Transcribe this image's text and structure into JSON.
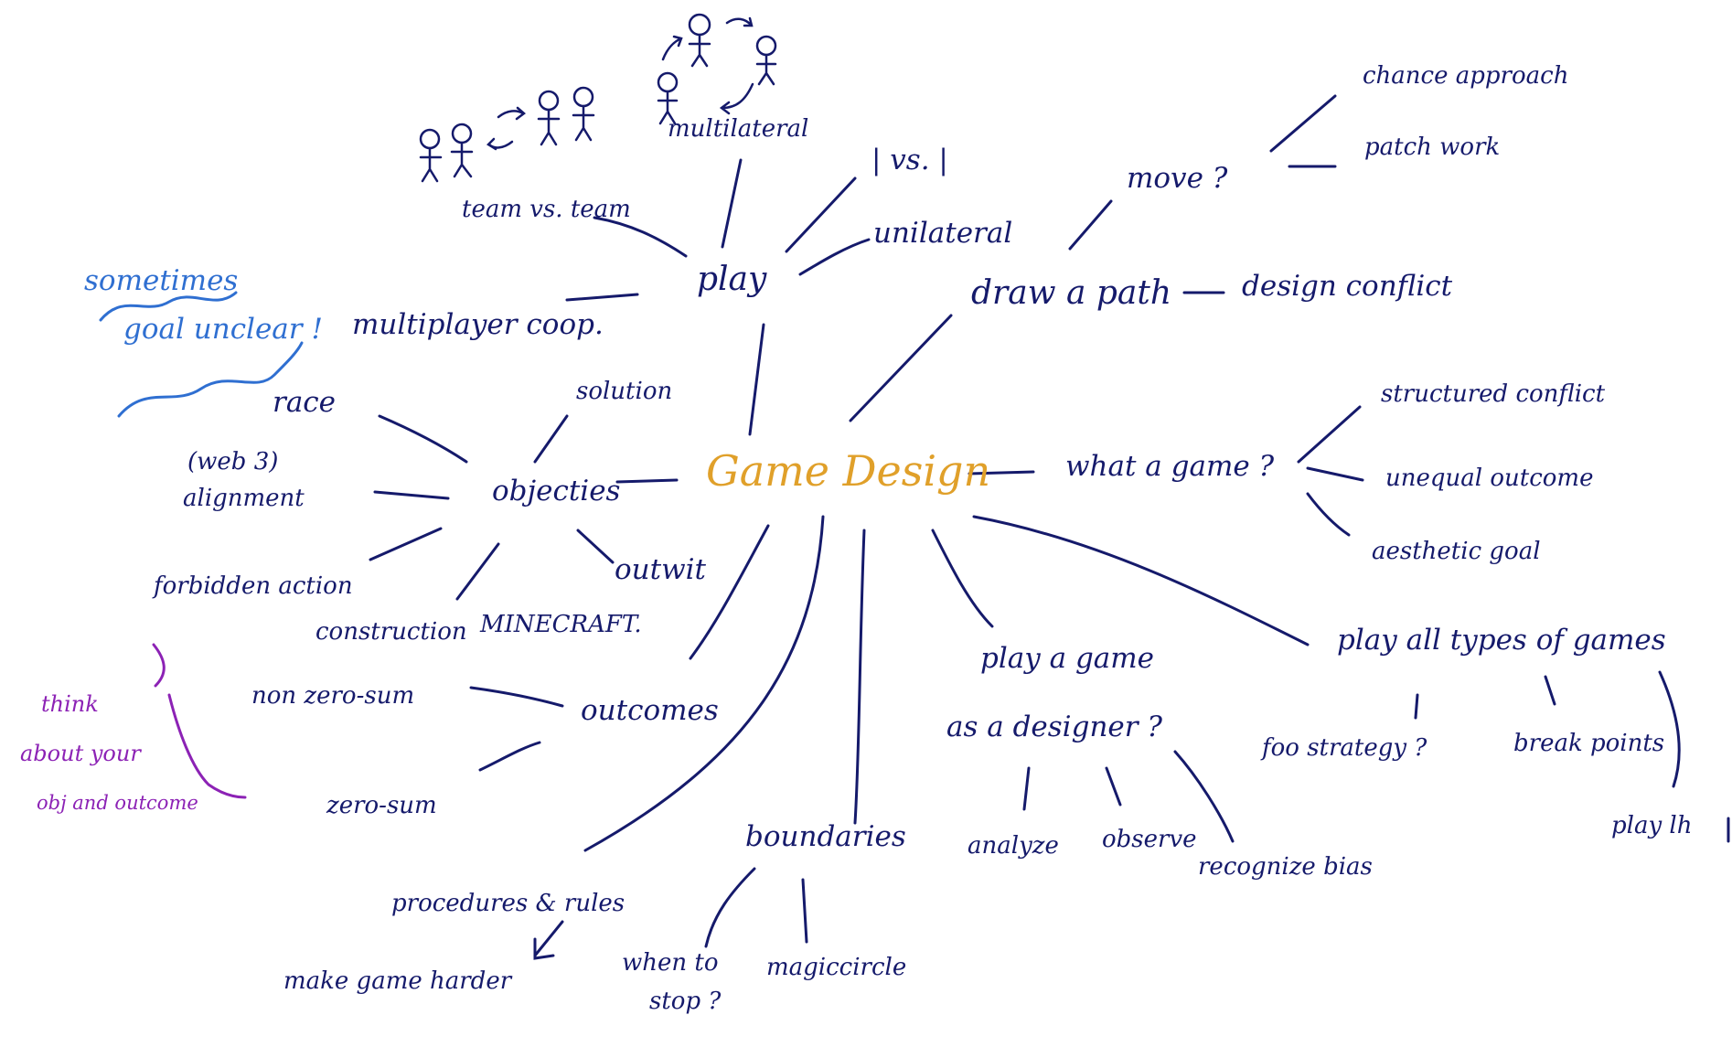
{
  "colors": {
    "ink": "#151a6b",
    "center": "#e0a02a",
    "note_blue": "#2f6fd1",
    "note_purple": "#8c22b5"
  },
  "center": "Game Design",
  "play": {
    "label": "play",
    "team_vs_team": "team vs. team",
    "multilateral": "multilateral",
    "vs": "| vs. |",
    "unilateral": "unilateral",
    "multiplayer_coop": "multiplayer coop.",
    "sketches": [
      "team-vs-team-figures-icon",
      "multilateral-figures-icon"
    ]
  },
  "draw_a_path": {
    "label": "draw a path",
    "move": "move ?",
    "chance_approach": "chance approach",
    "patchwork": "patch work",
    "design_conflict": "design conflict"
  },
  "what_a_game": {
    "label": "what a game ?",
    "structured_conflict": "structured conflict",
    "unequal_outcome": "unequal outcome",
    "aesthetic_goal": "aesthetic goal"
  },
  "play_all_types": {
    "label": "play all types of games",
    "foo_strategy": "foo strategy ?",
    "break_points": "break points",
    "play_lh": "play lh"
  },
  "play_as_designer": {
    "line1": "play a game",
    "line2": "as a designer ?",
    "analyze": "analyze",
    "observe": "observe",
    "recognize_bias": "recognize bias"
  },
  "boundaries": {
    "label": "boundaries",
    "when_to_stop_1": "when to",
    "when_to_stop_2": "stop ?",
    "magic_circle": "magiccircle"
  },
  "procedures": {
    "label": "procedures & rules",
    "make_harder": "make game harder"
  },
  "outcomes": {
    "label": "outcomes",
    "non_zero_sum": "non zero-sum",
    "zero_sum": "zero-sum"
  },
  "objectives": {
    "label": "objecties",
    "solution": "solution",
    "race": "race",
    "alignment_1": "(web 3)",
    "alignment_2": "alignment",
    "forbidden_action": "forbidden action",
    "construction": "construction",
    "minecraft": "MINECRAFT.",
    "outwit": "outwit"
  },
  "notes": {
    "blue_1": "sometimes",
    "blue_2": "goal unclear !",
    "purple_1": "think",
    "purple_2": "about your",
    "purple_3": "obj and outcome"
  }
}
